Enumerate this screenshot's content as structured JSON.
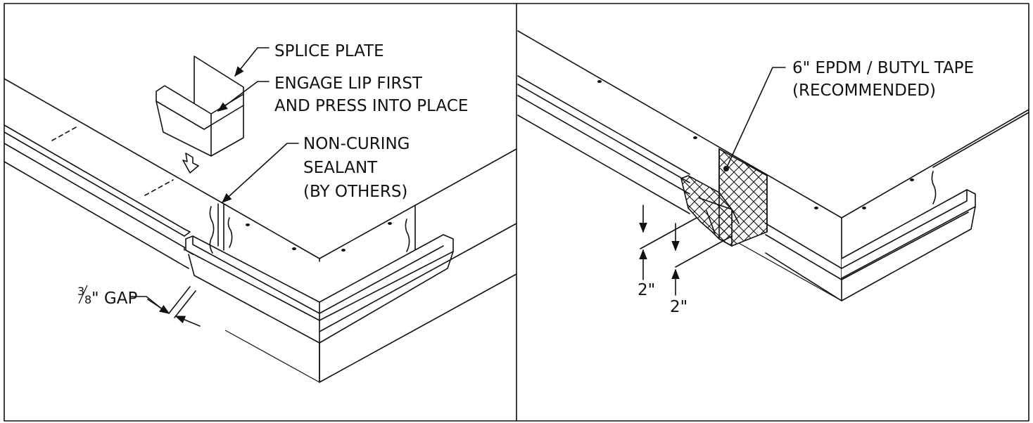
{
  "left_panel": {
    "splice_plate": "SPLICE PLATE",
    "engage_line1": "ENGAGE LIP FIRST",
    "engage_line2": "AND PRESS INTO PLACE",
    "sealant_line1": "NON-CURING",
    "sealant_line2": "SEALANT",
    "sealant_line3": "(BY OTHERS)",
    "gap_num": "3",
    "gap_den": "8",
    "gap_text": "\" GAP"
  },
  "right_panel": {
    "tape_line1": "6\" EPDM / BUTYL TAPE",
    "tape_line2": "(RECOMMENDED)",
    "dim_upper": "2\"",
    "dim_lower": "2\""
  }
}
